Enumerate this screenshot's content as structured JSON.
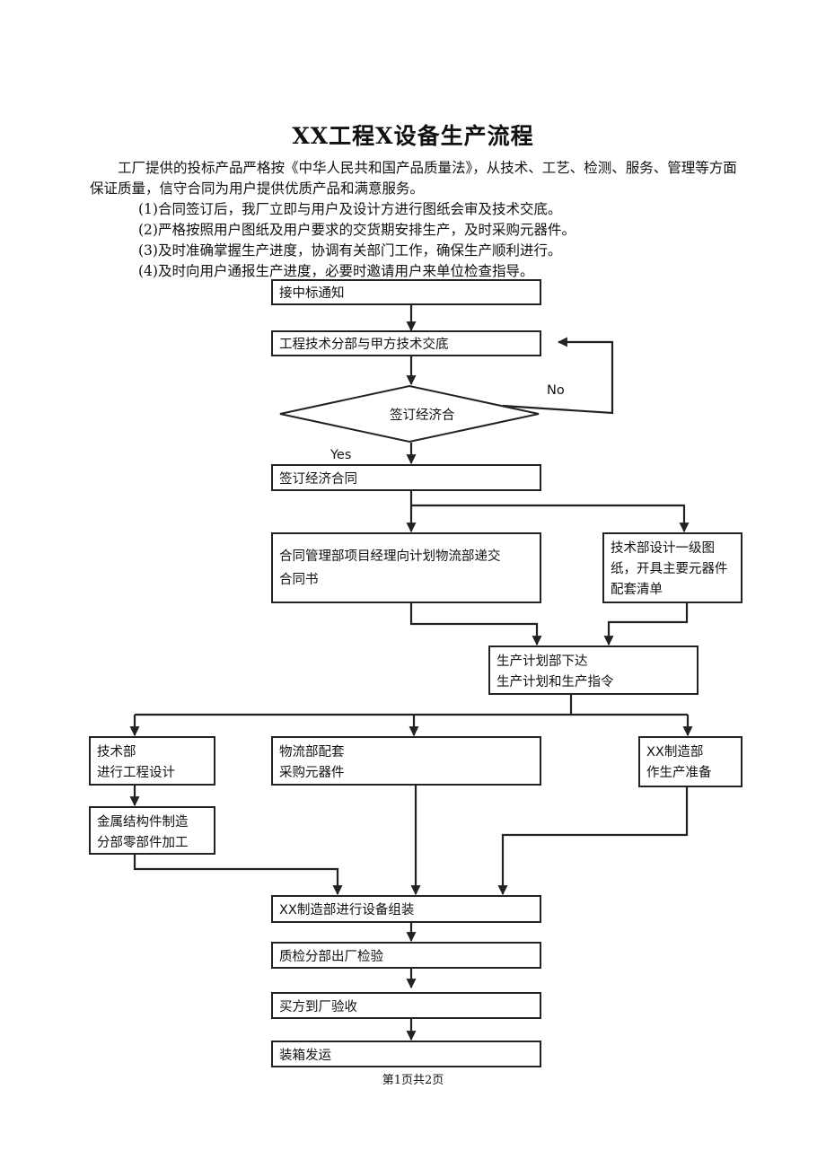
{
  "title": "XX工程X设备生产流程",
  "intro": {
    "paragraph": "工厂提供的投标产品严格按《中华人民共和国产品质量法》，从技术、工艺、检测、服务、管理等方面保证质量，信守合同为用户提供优质产品和满意服务。",
    "items": [
      "(1)合同签订后，我厂立即与用户及设计方进行图纸会审及技术交底。",
      "(2)严格按照用户图纸及用户要求的交货期安排生产，及时采购元器件。",
      "(3)及时准确掌握生产进度，协调有关部门工作，确保生产顺利进行。",
      "(4)及时向用户通报生产进度，必要时邀请用户来单位检查指导。"
    ]
  },
  "flow": {
    "receive_notice": "接中标通知",
    "tech_handover": "工程技术分部与甲方技术交底",
    "decision": "签订经济合",
    "no_label": "No",
    "yes_label": "Yes",
    "sign_contract": "签订经济合同",
    "contract_mgmt": [
      "合同管理部项目经理向计划物流部递交",
      "合同书"
    ],
    "tech_design": [
      "技术部设计一级图",
      "纸，开具主要元器件",
      "配套清单"
    ],
    "production_plan": [
      "生产计划部下达",
      "生产计划和生产指令"
    ],
    "tech_dept": [
      "技术部",
      "进行工程设计"
    ],
    "logistics": [
      "物流部配套",
      "采购元器件"
    ],
    "xx_prep": [
      "XX制造部",
      "作生产准备"
    ],
    "metal_struct": [
      "金属结构件制造",
      "分部零部件加工"
    ],
    "assembly": "XX制造部进行设备组装",
    "qc": "质检分部出厂检验",
    "acceptance": "买方到厂验收",
    "shipping": "装箱发运"
  },
  "footer": "第1页共2页"
}
